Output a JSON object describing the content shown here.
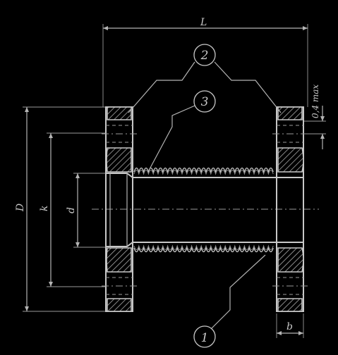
{
  "dimensions": {
    "length": "L",
    "outer_diameter": "D",
    "bolt_circle": "k",
    "bore": "d",
    "flange_width": "b",
    "tolerance_note": "0,4 max"
  },
  "callouts": {
    "flange": "2",
    "bellows": "3",
    "liner": "1"
  },
  "colors": {
    "background": "#000000",
    "lines": "#b4b4b4"
  }
}
